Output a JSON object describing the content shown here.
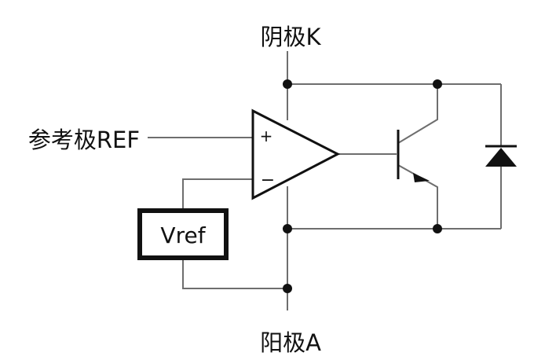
{
  "diagram": {
    "labels": {
      "cathode": "阴极K",
      "reference": "参考极REF",
      "anode": "阳极A",
      "vref": "Vref",
      "plus": "+",
      "minus": "−"
    },
    "components": [
      {
        "id": "opamp",
        "kind": "operational-amplifier"
      },
      {
        "id": "vref",
        "kind": "voltage-reference"
      },
      {
        "id": "q1",
        "kind": "npn-transistor"
      },
      {
        "id": "d1",
        "kind": "diode"
      }
    ],
    "colors": {
      "wire": "#6e6e6e",
      "component": "#111111",
      "background": "#ffffff"
    }
  }
}
